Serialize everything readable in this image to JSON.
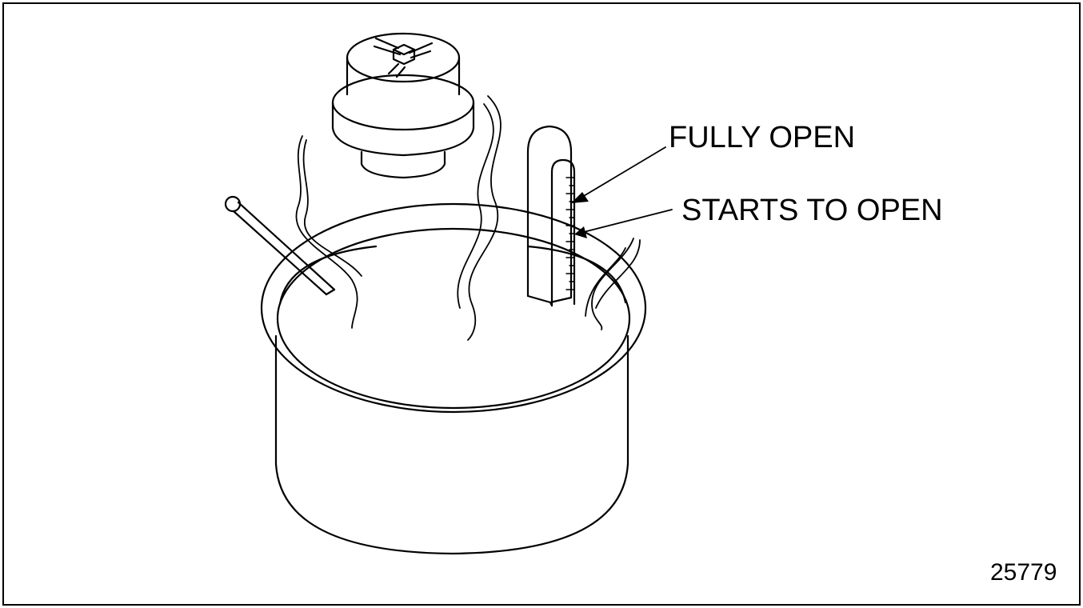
{
  "labels": {
    "fully_open": "FULLY OPEN",
    "starts_to_open": "STARTS TO OPEN"
  },
  "figure_number": "25779",
  "colors": {
    "line": "#000000",
    "background": "#ffffff"
  }
}
